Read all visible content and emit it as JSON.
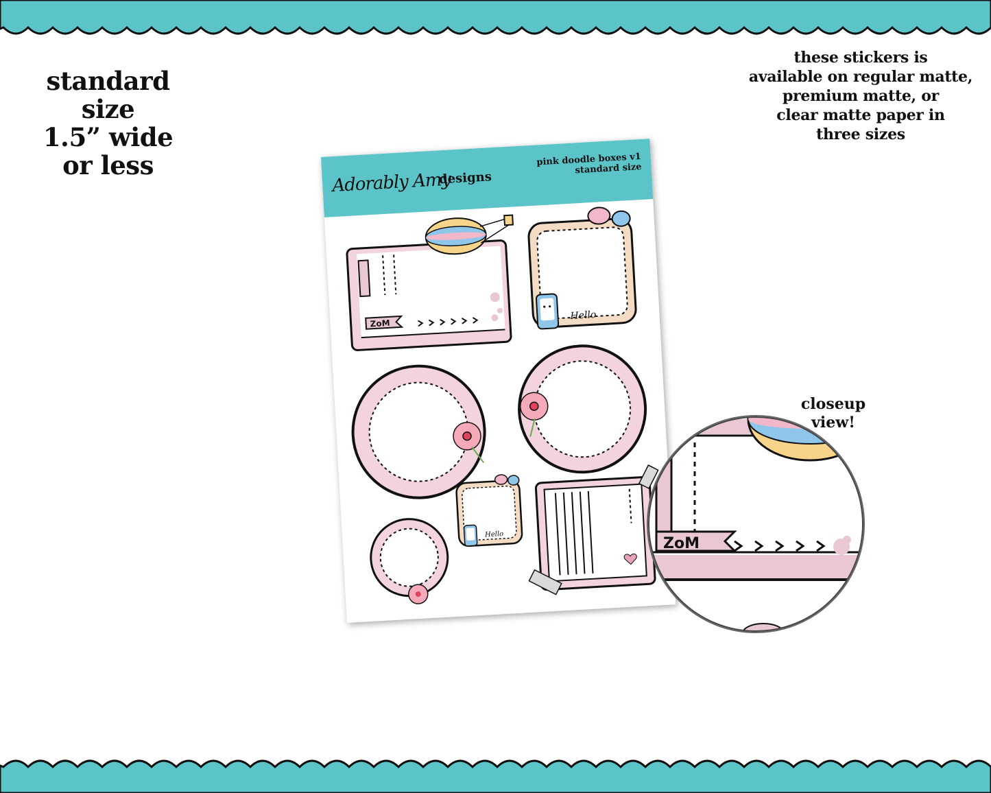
{
  "colors": {
    "teal": "#5bc4c9",
    "pink": "#e9c7d4",
    "peach": "#f4dcc4",
    "blue": "#8fc6ea",
    "yellow": "#f7d48a",
    "ink": "#111111"
  },
  "size_note": {
    "line1": "standard",
    "line2": "size",
    "line3": "1.5” wide",
    "line4": "or less"
  },
  "availability_note": {
    "line1": "these stickers is",
    "line2": "available on regular matte,",
    "line3": "premium matte, or",
    "line4": "clear matte paper in",
    "line5": "three sizes"
  },
  "closeup_label": {
    "line1": "closeup",
    "line2": "view!"
  },
  "sheet": {
    "brand_script": "Adorably Amy",
    "brand_word": "designs",
    "title_line1": "pink doodle boxes v1",
    "title_line2": "standard size",
    "hello_text": "Hello",
    "hello_text_small": "Hello",
    "badge_text": "ZoM"
  },
  "closeup": {
    "badge_text": "ZoM"
  },
  "icons": [
    "hot-air-balloon-icon",
    "speech-bubble-icon",
    "phone-icon",
    "flower-icon",
    "tape-icon",
    "heart-icon",
    "arrow-chevron-icon"
  ]
}
